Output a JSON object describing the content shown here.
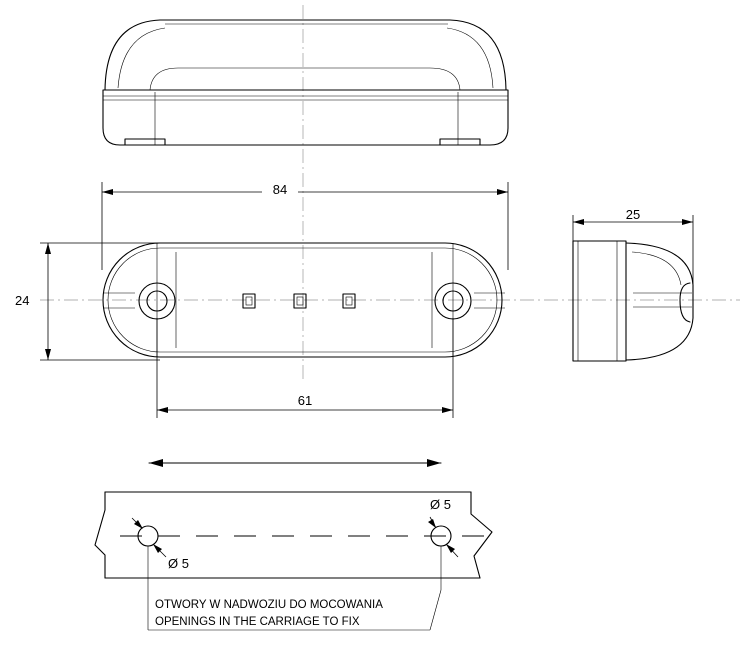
{
  "dimensions": {
    "length": "84",
    "width": "24",
    "height": "25",
    "hole_spacing": "61"
  },
  "mounting": {
    "hole_left_diameter": "Ø 5",
    "hole_right_diameter": "Ø 5",
    "note_line1": "OTWORY W NADWOZIU DO MOCOWANIA",
    "note_line2": "OPENINGS IN THE CARRIAGE TO FIX"
  }
}
